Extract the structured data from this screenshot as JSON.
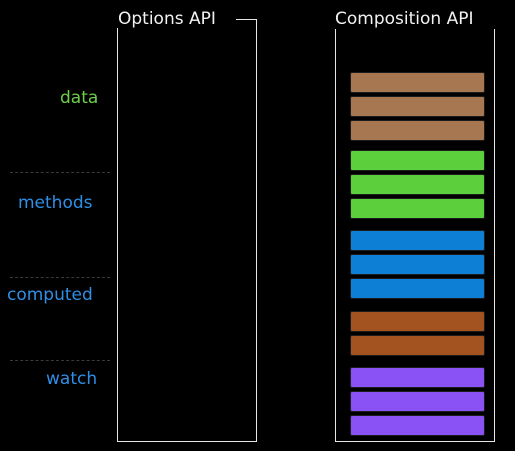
{
  "headings": {
    "options": "Options API",
    "composition": "Composition API"
  },
  "rows": [
    {
      "label": "data",
      "color": "#6fcf4b"
    },
    {
      "label": "methods",
      "color": "#2f8fe6"
    },
    {
      "label": "computed",
      "color": "#2f8fe6"
    },
    {
      "label": "watch",
      "color": "#2f8fe6"
    }
  ],
  "blocks": [
    {
      "group": "data",
      "color": "#a67750"
    },
    {
      "group": "data",
      "color": "#a67750"
    },
    {
      "group": "data",
      "color": "#a67750"
    },
    {
      "group": "methods",
      "color": "#5ccf3c"
    },
    {
      "group": "methods",
      "color": "#5ccf3c"
    },
    {
      "group": "methods",
      "color": "#5ccf3c"
    },
    {
      "group": "computed",
      "color": "#0d7fd4"
    },
    {
      "group": "computed",
      "color": "#0d7fd4"
    },
    {
      "group": "computed",
      "color": "#0d7fd4"
    },
    {
      "group": "watch-brown",
      "color": "#a3531f"
    },
    {
      "group": "watch-brown",
      "color": "#a3531f"
    },
    {
      "group": "watch",
      "color": "#8a52f5"
    },
    {
      "group": "watch",
      "color": "#8a52f5"
    },
    {
      "group": "watch",
      "color": "#8a52f5"
    }
  ]
}
